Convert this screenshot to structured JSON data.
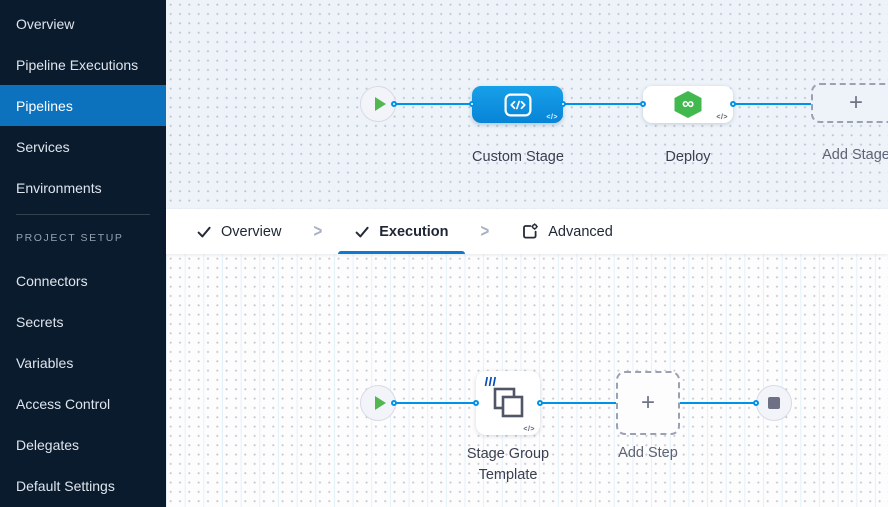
{
  "sidebar": {
    "items": [
      {
        "label": "Overview"
      },
      {
        "label": "Pipeline Executions"
      },
      {
        "label": "Pipelines",
        "active": true
      },
      {
        "label": "Services"
      },
      {
        "label": "Environments"
      }
    ],
    "section_label": "PROJECT SETUP",
    "setup_items": [
      {
        "label": "Connectors"
      },
      {
        "label": "Secrets"
      },
      {
        "label": "Variables"
      },
      {
        "label": "Access Control"
      },
      {
        "label": "Delegates"
      },
      {
        "label": "Default Settings"
      }
    ]
  },
  "tabbar": {
    "separator": ">",
    "tabs": [
      {
        "label": "Overview",
        "icon": "check-icon"
      },
      {
        "label": "Execution",
        "icon": "check-icon",
        "active": true
      },
      {
        "label": "Advanced",
        "icon": "advanced-settings-icon"
      }
    ]
  },
  "stage_canvas": {
    "nodes": {
      "start": {
        "icon": "play-icon"
      },
      "custom_stage": {
        "label": "Custom Stage",
        "icon": "custom-stage-code-icon"
      },
      "deploy": {
        "label": "Deploy",
        "icon": "cd-infinity-hexagon-icon"
      },
      "add_stage": {
        "label": "Add Stage",
        "icon": "plus-icon"
      },
      "end": {
        "icon": "stop-icon"
      }
    }
  },
  "execution_canvas": {
    "nodes": {
      "start": {
        "icon": "play-icon"
      },
      "stage_group_template": {
        "label": "Stage Group Template",
        "icon": "stage-group-icon",
        "badge_icon": "template-bars-icon"
      },
      "add_step": {
        "label": "Add Step",
        "icon": "plus-icon"
      },
      "end": {
        "icon": "stop-icon"
      }
    }
  },
  "glyphs": {
    "plus": "+",
    "infinity": "∞",
    "code_badge": "</>"
  },
  "colors": {
    "sidebar_bg": "#0a1b2e",
    "sidebar_active": "#0d72bd",
    "accent_blue": "#0d79d0",
    "flow_line": "#0092e4",
    "stage_node_blue": "#0b8fe0",
    "deploy_green": "#42b94e",
    "play_green": "#53b74f",
    "canvas_top_bg": "#edf3f9",
    "canvas_bottom_bg": "#fdfdfe"
  }
}
